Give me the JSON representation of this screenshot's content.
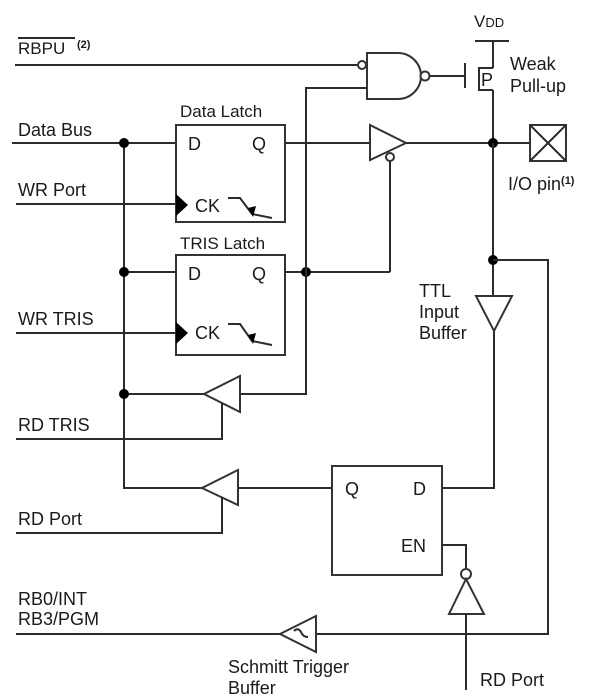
{
  "title": "PORTB RB0/INT, RB3/PGM pin block diagram",
  "colors": {
    "wire": "#2b2b2b",
    "junction": "#000000",
    "background": "#ffffff",
    "text": "#1a1a1a"
  },
  "signals": {
    "rbpu": "RBPU",
    "rbpu_note": "(2)",
    "data_bus": "Data Bus",
    "wr_port": "WR Port",
    "wr_tris": "WR TRIS",
    "rd_tris": "RD TRIS",
    "rd_port_left": "RD Port",
    "rb0": "RB0/INT",
    "rb3": "RB3/PGM",
    "rd_port_bottom": "RD Port"
  },
  "power": {
    "vdd_v": "V",
    "vdd_sub": "DD"
  },
  "pullup": {
    "transistor_type": "P",
    "label_line1": "Weak",
    "label_line2": "Pull-up"
  },
  "io_pin": {
    "label": "I/O pin",
    "note": "(1)"
  },
  "data_latch": {
    "title": "Data Latch",
    "d": "D",
    "q": "Q",
    "ck": "CK"
  },
  "tris_latch": {
    "title": "TRIS Latch",
    "d": "D",
    "q": "Q",
    "ck": "CK"
  },
  "input_latch": {
    "q": "Q",
    "d": "D",
    "en": "EN"
  },
  "ttl_buffer": {
    "line1": "TTL",
    "line2": "Input",
    "line3": "Buffer"
  },
  "schmitt_buffer": {
    "line1": "Schmitt Trigger",
    "line2": "Buffer"
  }
}
